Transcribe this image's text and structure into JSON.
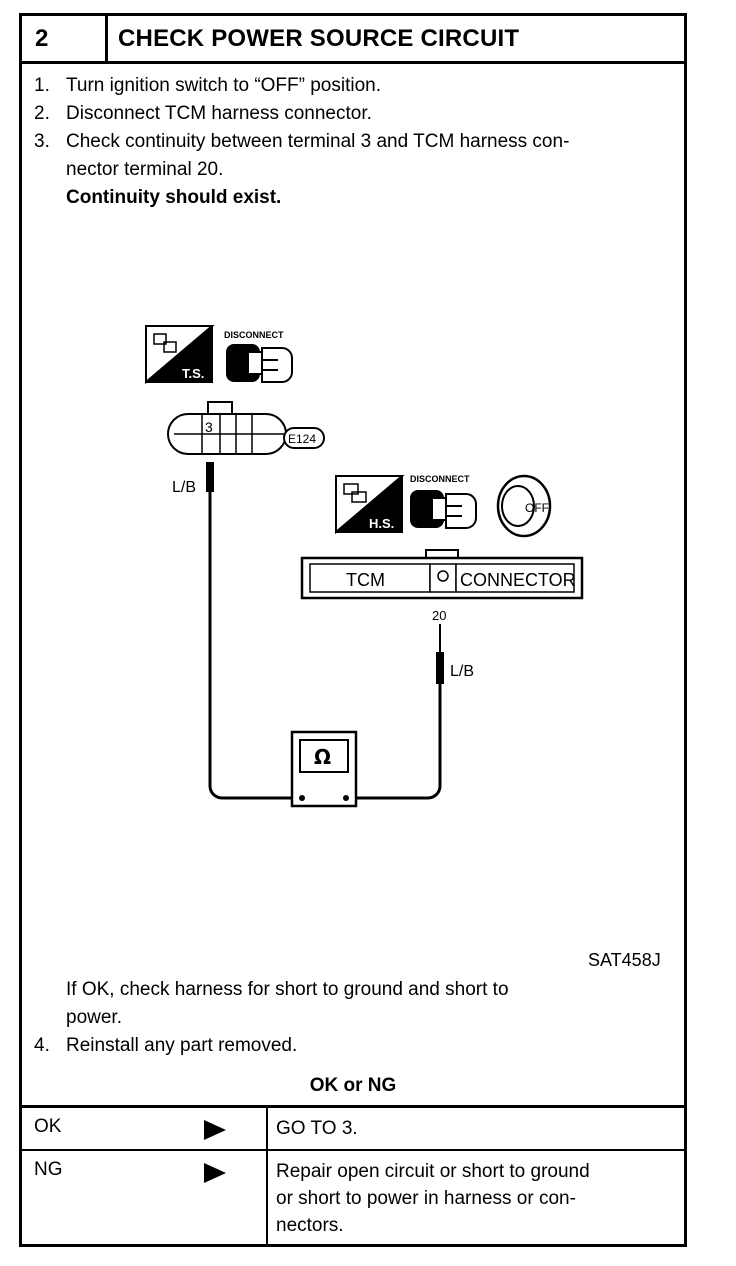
{
  "header": {
    "step_number": "2",
    "title": "CHECK POWER SOURCE CIRCUIT"
  },
  "steps": [
    {
      "num": "1.",
      "text": "Turn ignition switch to “OFF” position."
    },
    {
      "num": "2.",
      "text": "Disconnect TCM harness connector."
    },
    {
      "num": "3.",
      "text": "Check continuity between terminal 3 and TCM harness con-"
    },
    {
      "num": "",
      "text": "nector terminal 20."
    }
  ],
  "step3_result": "Continuity should exist.",
  "diagram": {
    "ts_label": "T.S.",
    "hs_label": "H.S.",
    "disconnect_label": "DISCONNECT",
    "terminal_3": "3",
    "connector_id": "E124",
    "wire_left": "L/B",
    "wire_right": "L/B",
    "tcm_label": "TCM",
    "connector_label": "CONNECTOR",
    "terminal_20": "20",
    "off_label": "OFF",
    "ohm_symbol": "Ω",
    "figure_id": "SAT458J"
  },
  "post_steps": [
    {
      "num": "",
      "text": "If OK, check harness for short to ground and short to"
    },
    {
      "num": "",
      "text": "power."
    },
    {
      "num": "4.",
      "text": "Reinstall any part removed."
    }
  ],
  "result_heading": "OK or NG",
  "results": [
    {
      "label": "OK",
      "action": [
        "GO TO 3."
      ]
    },
    {
      "label": "NG",
      "action": [
        "Repair open circuit or short to ground",
        "or short to power in harness or con-",
        "nectors."
      ]
    }
  ]
}
